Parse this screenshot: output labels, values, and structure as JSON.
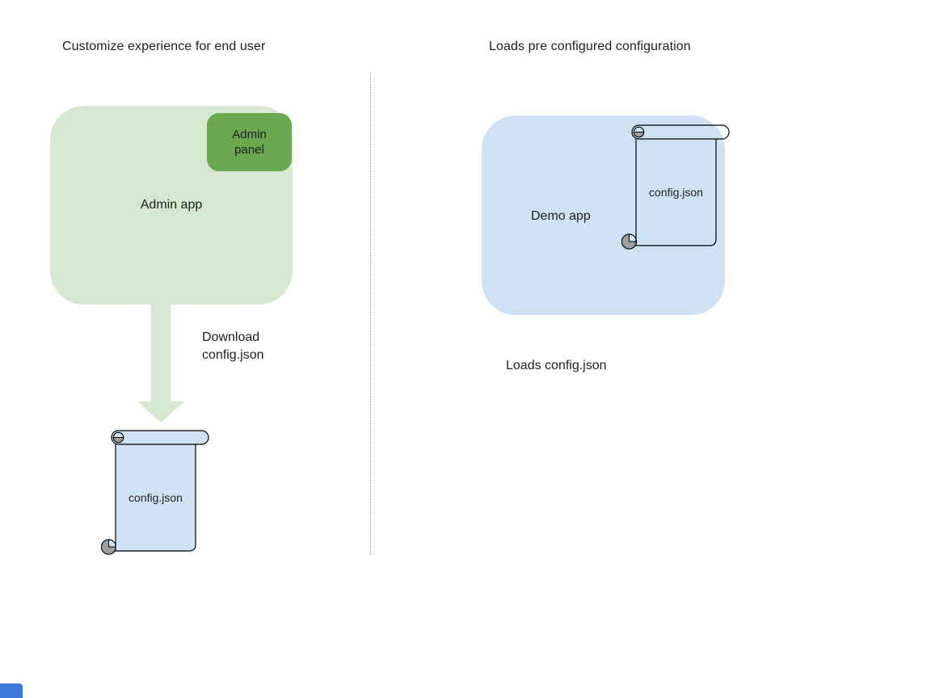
{
  "colors": {
    "green_light": "#d7e8d1",
    "green_dark": "#6aa84f",
    "blue_light": "#cfe2f3",
    "gray_curl": "#9e9e9e",
    "outline": "#000000",
    "divider": "#9e9e9e",
    "corner_blue": "#3c78d8",
    "text": "#1f1f1f"
  },
  "left": {
    "title": "Customize experience for end user",
    "admin_app": "Admin app",
    "admin_panel": "Admin panel",
    "arrow_label": "Download config.json",
    "file_label": "config.json"
  },
  "right": {
    "title": "Loads pre configured configuration",
    "demo_app": "Demo app",
    "file_label": "config.json",
    "caption": "Loads config.json"
  }
}
